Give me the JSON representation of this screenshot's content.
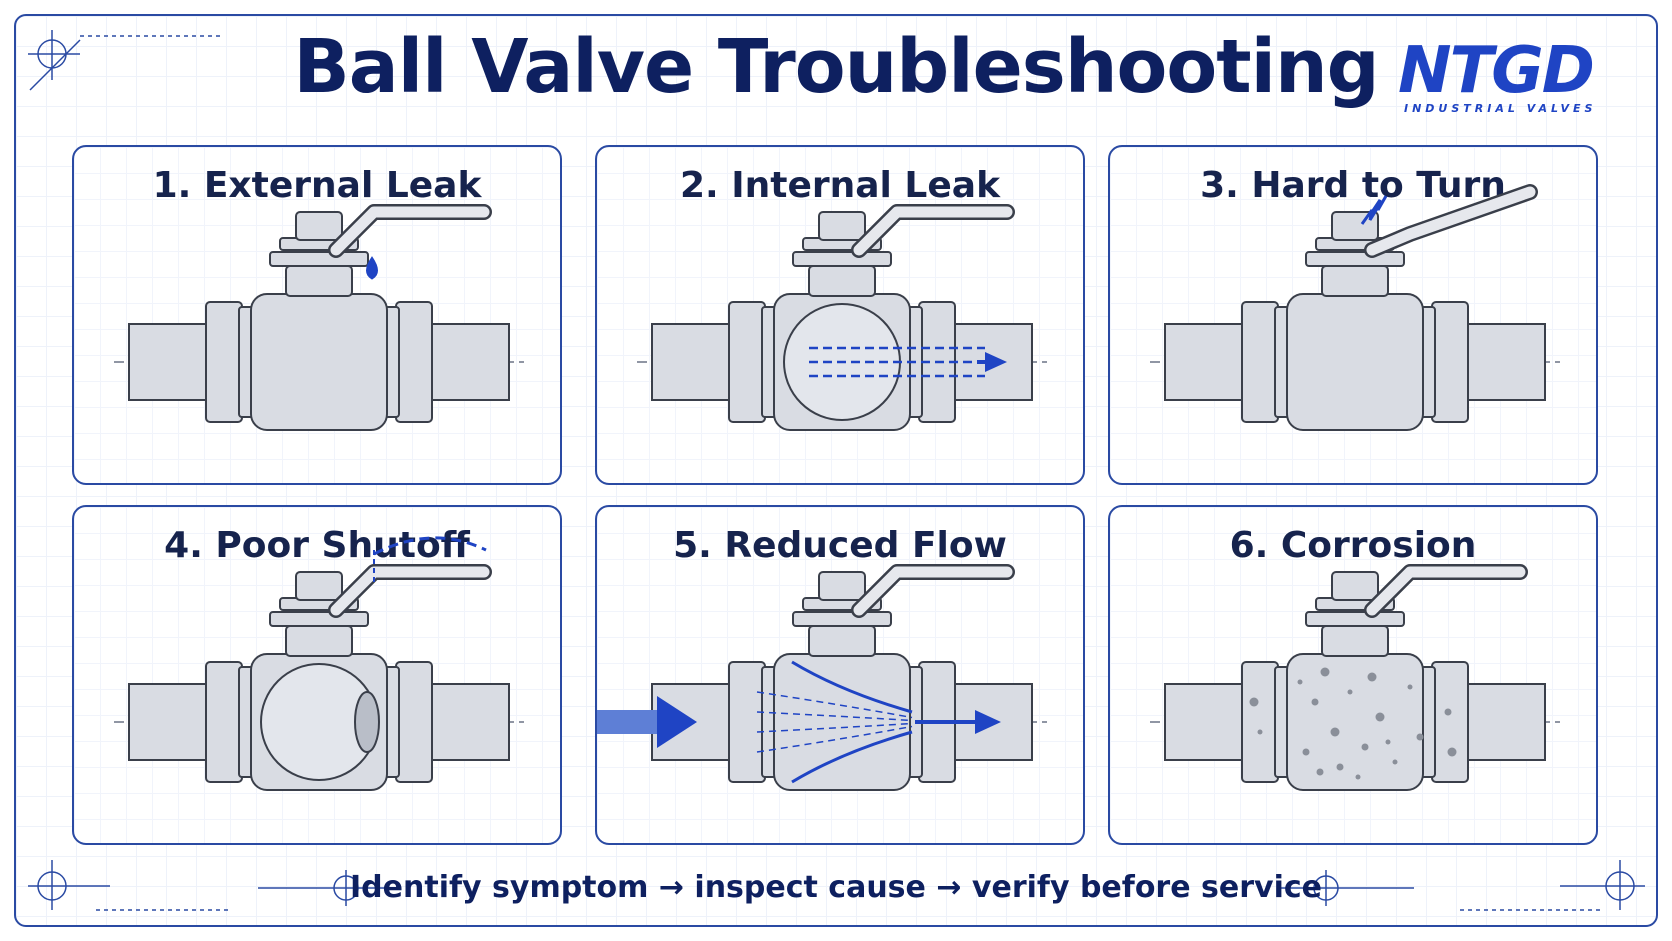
{
  "title": "Ball Valve Troubleshooting",
  "logo": {
    "brand": "NTGD",
    "subtitle": "INDUSTRIAL VALVES",
    "accent": "#1f44c4",
    "accent_red": "#d8262c"
  },
  "panels": [
    {
      "label": "1. External Leak",
      "symptom": "drop"
    },
    {
      "label": "2. Internal Leak",
      "symptom": "passing-flow"
    },
    {
      "label": "3. Hard to Turn",
      "symptom": "stuck-handle"
    },
    {
      "label": "4. Poor Shutoff",
      "symptom": "partial-ball"
    },
    {
      "label": "5. Reduced Flow",
      "symptom": "restricted-flow"
    },
    {
      "label": "6. Corrosion",
      "symptom": "pitting"
    }
  ],
  "footer": "Identify symptom → inspect cause → verify before service",
  "colors": {
    "navy": "#0e2060",
    "blue": "#1f44c4",
    "border": "#2a4aa3",
    "steel": "#d9dce3",
    "outline": "#3a3f4a"
  }
}
